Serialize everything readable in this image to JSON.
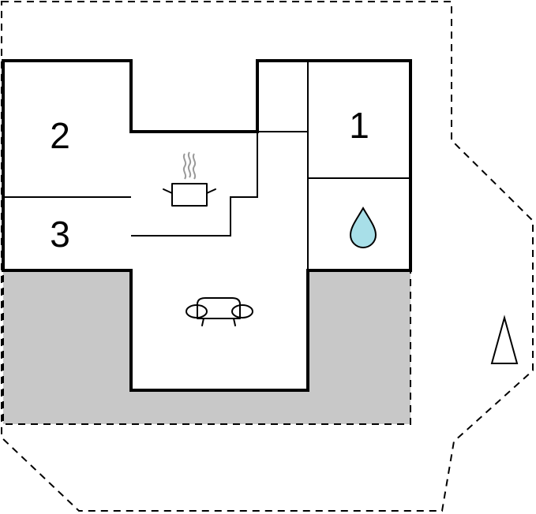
{
  "rooms": {
    "bedroom_1": {
      "label": "1"
    },
    "bedroom_2": {
      "label": "2"
    },
    "bedroom_3": {
      "label": "3"
    }
  },
  "icons": {
    "kitchen": "cooking-pot-icon",
    "bathroom": "water-drop-icon",
    "living": "sofa-icon",
    "north": "north-arrow-icon"
  },
  "colors": {
    "plot_fill": "#e6e6e6",
    "terrace_fill": "#c8c8c8",
    "room_fill": "#ffffff",
    "wall": "#000000",
    "water": "#a8dfe8",
    "steam": "#9a9a9a"
  }
}
